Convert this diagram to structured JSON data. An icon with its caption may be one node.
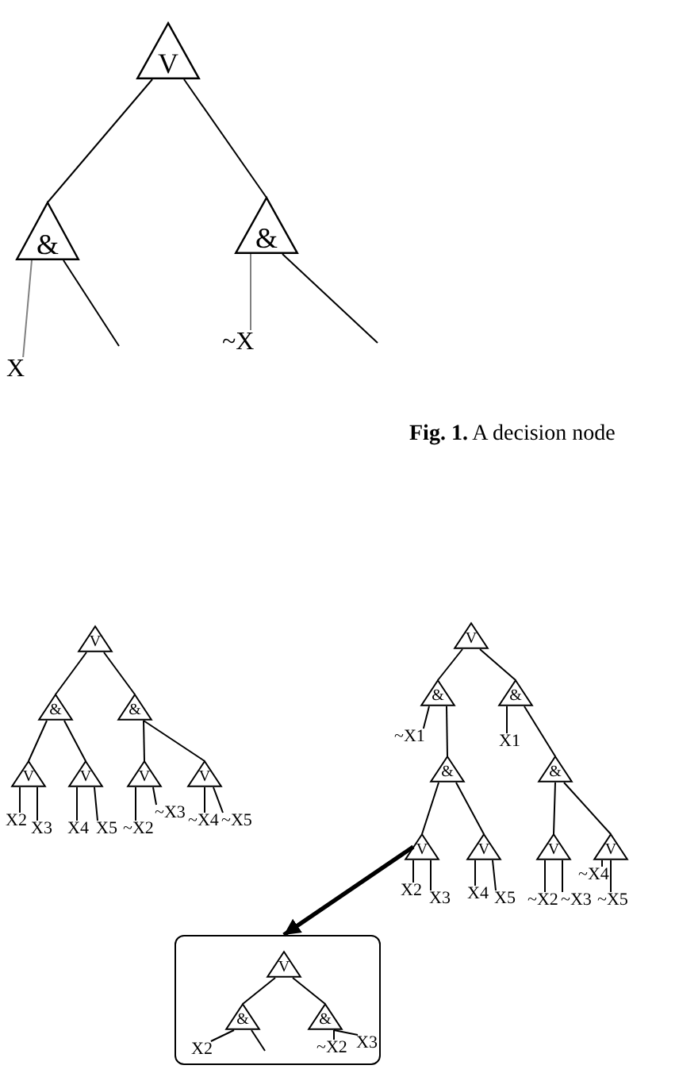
{
  "diagram": {
    "caption": "**Fig. 1.** A decision node",
    "nodes": [
      {
        "text": [
          "V"
        ]
      },
      {
        "text": [
          "&"
        ]
      },
      {
        "text": [
          "&"
        ]
      },
      {
        "text": [
          "X"
        ]
      },
      {
        "text": [
          "~X"
        ]
      },
      {
        "text": [
          "V"
        ]
      },
      {
        "text": [
          "&"
        ]
      },
      {
        "text": [
          "&"
        ]
      },
      {
        "text": [
          "V"
        ]
      },
      {
        "text": [
          "V"
        ]
      },
      {
        "text": [
          "V"
        ]
      },
      {
        "text": [
          "V"
        ]
      },
      {
        "text": [
          "X2"
        ]
      },
      {
        "text": [
          "X3"
        ]
      },
      {
        "text": [
          "X4"
        ]
      },
      {
        "text": [
          "X5"
        ]
      },
      {
        "text": [
          "~X2"
        ]
      },
      {
        "text": [
          "~X3"
        ]
      },
      {
        "text": [
          "~X4"
        ]
      },
      {
        "text": [
          "~X5"
        ]
      },
      {
        "text": [
          "V"
        ]
      },
      {
        "text": [
          "&"
        ]
      },
      {
        "text": [
          "&"
        ]
      },
      {
        "text": [
          "~X1"
        ]
      },
      {
        "text": [
          "X1"
        ]
      },
      {
        "text": [
          "&"
        ]
      },
      {
        "text": [
          "&"
        ]
      },
      {
        "text": [
          "V"
        ]
      },
      {
        "text": [
          "V"
        ]
      },
      {
        "text": [
          "V"
        ]
      },
      {
        "text": [
          "V"
        ]
      },
      {
        "text": [
          "X2"
        ]
      },
      {
        "text": [
          "X3"
        ]
      },
      {
        "text": [
          "X4"
        ]
      },
      {
        "text": [
          "X5"
        ]
      },
      {
        "text": [
          "~X2"
        ]
      },
      {
        "text": [
          "~X3"
        ]
      },
      {
        "text": [
          "~X4"
        ]
      },
      {
        "text": [
          "~X5"
        ]
      },
      {
        "text": [],
        "shape": "box"
      },
      {
        "text": [
          "V"
        ],
        "in": 39
      },
      {
        "text": [
          "&"
        ],
        "in": 39
      },
      {
        "text": [
          "&"
        ],
        "in": 39
      },
      {
        "text": [
          "X2"
        ],
        "in": 39
      },
      {
        "text": [
          "~X2"
        ],
        "in": 39
      },
      {
        "text": [
          "X3"
        ],
        "in": 39
      }
    ],
    "edges": [
      {
        "from": 0,
        "to": 1,
        "arrow": "none"
      },
      {
        "from": 0,
        "to": 2,
        "arrow": "none"
      },
      {
        "from": 1,
        "to": 3,
        "arrow": "none",
        "color": "#808080"
      },
      {
        "from": 1,
        "to": null,
        "arrow": "none"
      },
      {
        "from": 2,
        "to": 4,
        "arrow": "none",
        "color": "#808080"
      },
      {
        "from": 2,
        "to": null,
        "arrow": "none"
      },
      {
        "from": 5,
        "to": 6,
        "arrow": "none"
      },
      {
        "from": 5,
        "to": 7,
        "arrow": "none"
      },
      {
        "from": 6,
        "to": 8,
        "arrow": "none"
      },
      {
        "from": 6,
        "to": 9,
        "arrow": "none"
      },
      {
        "from": 7,
        "to": 10,
        "arrow": "none"
      },
      {
        "from": 7,
        "to": 11,
        "arrow": "none"
      },
      {
        "from": 8,
        "to": 12,
        "arrow": "none"
      },
      {
        "from": 8,
        "to": 13,
        "arrow": "none"
      },
      {
        "from": 9,
        "to": 14,
        "arrow": "none"
      },
      {
        "from": 9,
        "to": 15,
        "arrow": "none"
      },
      {
        "from": 10,
        "to": 16,
        "arrow": "none"
      },
      {
        "from": 10,
        "to": 17,
        "arrow": "none"
      },
      {
        "from": 11,
        "to": 18,
        "arrow": "none"
      },
      {
        "from": 11,
        "to": 19,
        "arrow": "none"
      },
      {
        "from": 20,
        "to": 21,
        "arrow": "none"
      },
      {
        "from": 20,
        "to": 22,
        "arrow": "none"
      },
      {
        "from": 21,
        "to": 23,
        "arrow": "none"
      },
      {
        "from": 21,
        "to": 25,
        "arrow": "none"
      },
      {
        "from": 22,
        "to": 24,
        "arrow": "none"
      },
      {
        "from": 22,
        "to": 26,
        "arrow": "none"
      },
      {
        "from": 25,
        "to": 27,
        "arrow": "none"
      },
      {
        "from": 25,
        "to": 28,
        "arrow": "none"
      },
      {
        "from": 26,
        "to": 29,
        "arrow": "none"
      },
      {
        "from": 26,
        "to": 30,
        "arrow": "none"
      },
      {
        "from": 27,
        "to": 31,
        "arrow": "none"
      },
      {
        "from": 27,
        "to": 32,
        "arrow": "none"
      },
      {
        "from": 28,
        "to": 33,
        "arrow": "none"
      },
      {
        "from": 28,
        "to": 34,
        "arrow": "none"
      },
      {
        "from": 29,
        "to": 35,
        "arrow": "none"
      },
      {
        "from": 29,
        "to": 36,
        "arrow": "none"
      },
      {
        "from": 30,
        "to": 37,
        "arrow": "none"
      },
      {
        "from": 30,
        "to": 38,
        "arrow": "none"
      },
      {
        "from": 27,
        "to": 39,
        "arrow": "to",
        "style": "thick"
      },
      {
        "from": 40,
        "to": 41,
        "arrow": "none"
      },
      {
        "from": 40,
        "to": 42,
        "arrow": "none"
      },
      {
        "from": 41,
        "to": 43,
        "arrow": "none"
      },
      {
        "from": 41,
        "to": null,
        "arrow": "none"
      },
      {
        "from": 42,
        "to": 44,
        "arrow": "none"
      },
      {
        "from": 42,
        "to": 45,
        "arrow": "none"
      }
    ]
  }
}
